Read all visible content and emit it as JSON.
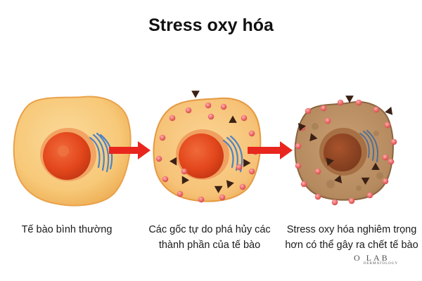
{
  "title": "Stress oxy hóa",
  "captions": {
    "normal": "Tế bào bình thường",
    "damaged": "Các gốc tự do phá hủy các thành phần của tế bào",
    "dying": "Stress oxy hóa nghiêm trọng hơn có thể gây ra chết tế bào"
  },
  "watermark": {
    "logo": "O LAB",
    "sub": "DERMATOLOGY"
  },
  "colors": {
    "cell_normal": "#f7c979",
    "cell_damaged": "#f6c277",
    "cell_dying": "#b58a5e",
    "nucleus": "#e3471c",
    "arrow": "#e8261e",
    "radical_dot": "#ef6c6c",
    "radical_triangle": "#3b2015"
  }
}
